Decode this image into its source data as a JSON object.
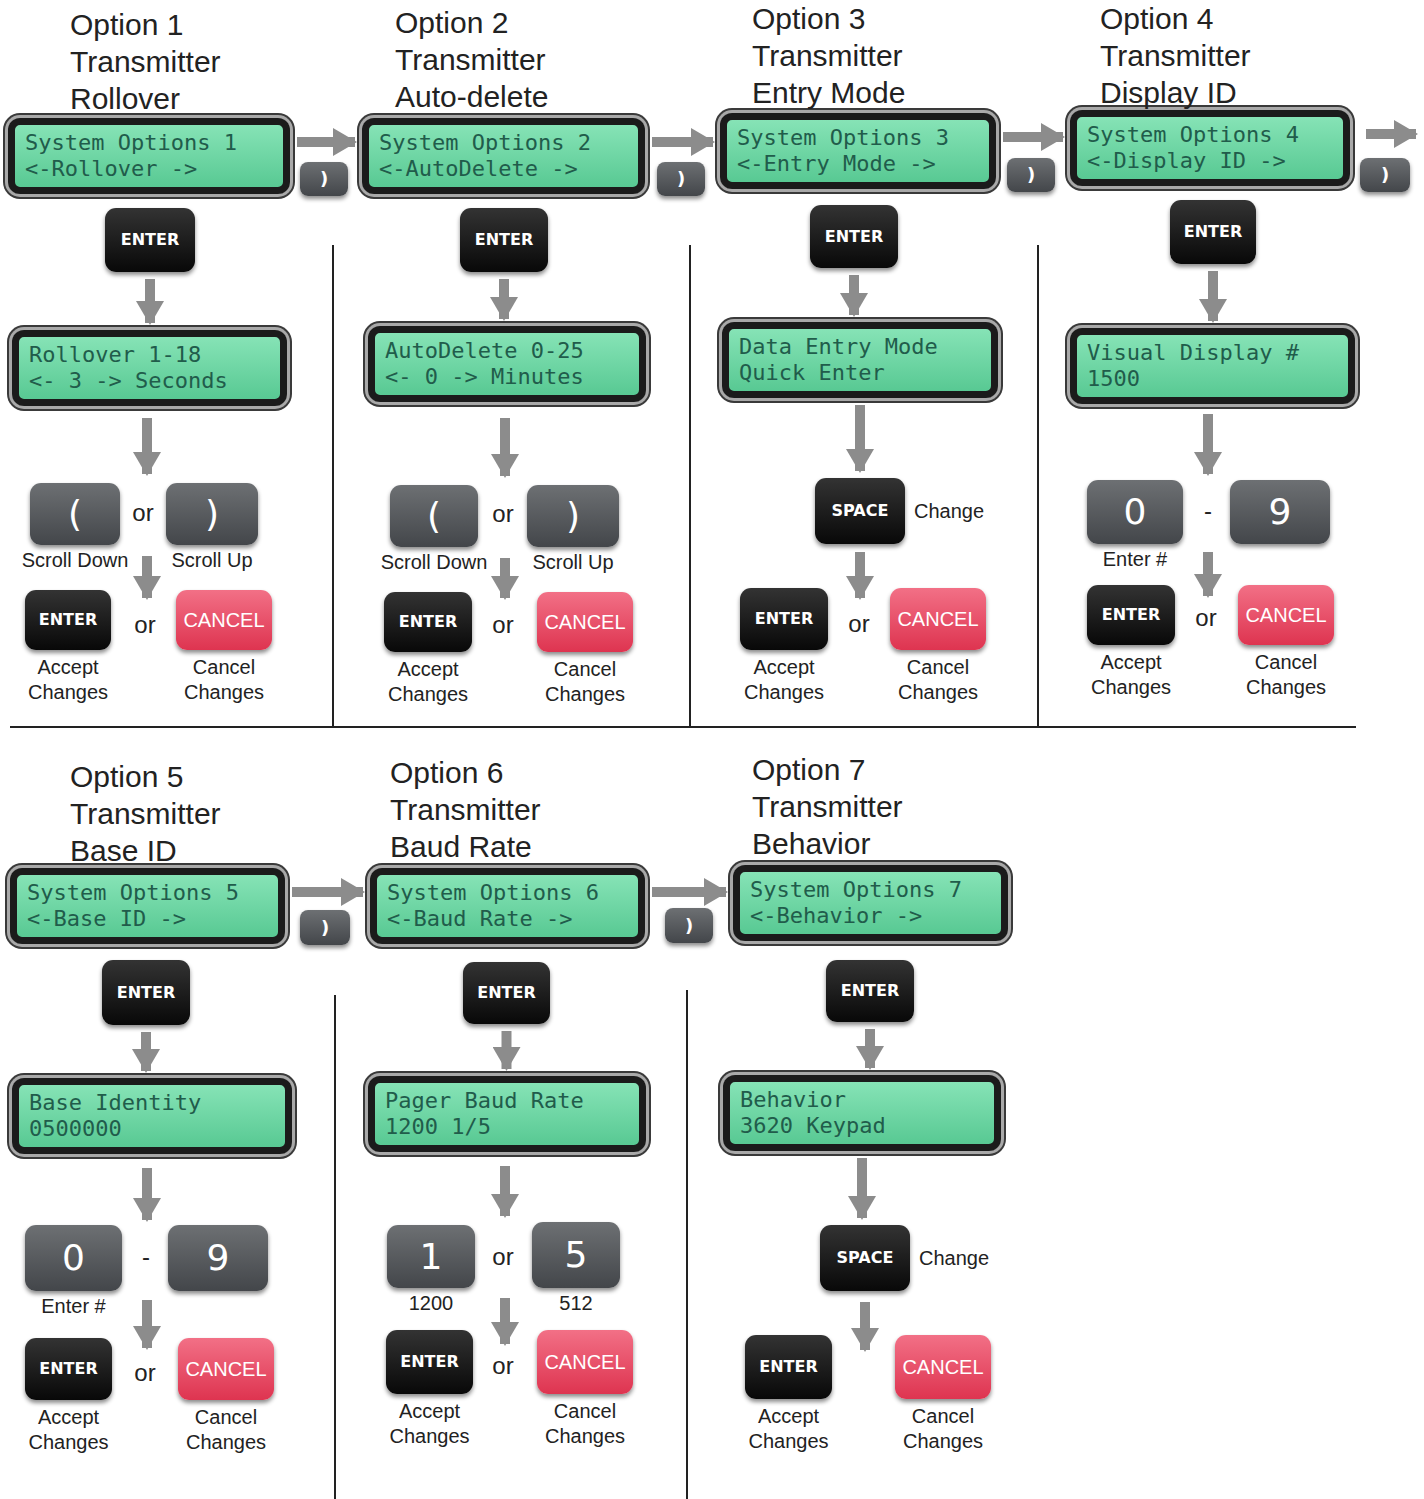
{
  "diagram": {
    "nodes": [
      {
        "text": [
          "System Options 1",
          "<-Rollover ->"
        ]
      },
      {
        "text": [
          ")"
        ]
      },
      {
        "text": [
          "ENTER"
        ]
      },
      {
        "text": [
          "Rollover 1-18",
          "<- 3 -> Seconds"
        ]
      },
      {
        "text": [
          "(",
          "Scroll Down"
        ]
      },
      {
        "text": [
          ")",
          "Scroll Up"
        ]
      },
      {
        "text": [
          "ENTER",
          "Accept Changes"
        ]
      },
      {
        "text": [
          "CANCEL",
          "Cancel Changes"
        ]
      },
      {
        "text": [
          "System Options 2",
          "<-AutoDelete ->"
        ]
      },
      {
        "text": [
          ")"
        ]
      },
      {
        "text": [
          "ENTER"
        ]
      },
      {
        "text": [
          "AutoDelete 0-25",
          "<- 0 -> Minutes"
        ]
      },
      {
        "text": [
          "(",
          "Scroll Down"
        ]
      },
      {
        "text": [
          ")",
          "Scroll Up"
        ]
      },
      {
        "text": [
          "ENTER",
          "Accept Changes"
        ]
      },
      {
        "text": [
          "CANCEL",
          "Cancel Changes"
        ]
      },
      {
        "text": [
          "System Options 3",
          "<-Entry Mode ->"
        ]
      },
      {
        "text": [
          ")"
        ]
      },
      {
        "text": [
          "ENTER"
        ]
      },
      {
        "text": [
          "Data Entry Mode",
          "Quick Enter"
        ]
      },
      {
        "text": [
          "SPACE",
          "Change"
        ]
      },
      {
        "text": [
          "ENTER",
          "Accept Changes"
        ]
      },
      {
        "text": [
          "CANCEL",
          "Cancel Changes"
        ]
      },
      {
        "text": [
          "System Options 4",
          "<-Display ID ->"
        ]
      },
      {
        "text": [
          ")"
        ]
      },
      {
        "text": [
          "ENTER"
        ]
      },
      {
        "text": [
          "Visual Display #",
          "1500"
        ]
      },
      {
        "text": [
          "0",
          "Enter #"
        ]
      },
      {
        "text": [
          "9"
        ]
      },
      {
        "text": [
          "ENTER",
          "Accept Changes"
        ]
      },
      {
        "text": [
          "CANCEL",
          "Cancel Changes"
        ]
      },
      {
        "text": [
          "System Options 5",
          "<-Base ID ->"
        ]
      },
      {
        "text": [
          ")"
        ]
      },
      {
        "text": [
          "ENTER"
        ]
      },
      {
        "text": [
          "Base Identity",
          "0500000"
        ]
      },
      {
        "text": [
          "0",
          "Enter #"
        ]
      },
      {
        "text": [
          "9"
        ]
      },
      {
        "text": [
          "ENTER",
          "Accept Changes"
        ]
      },
      {
        "text": [
          "CANCEL",
          "Cancel Changes"
        ]
      },
      {
        "text": [
          "System Options 6",
          "<-Baud Rate ->"
        ]
      },
      {
        "text": [
          ")"
        ]
      },
      {
        "text": [
          "ENTER"
        ]
      },
      {
        "text": [
          "Pager Baud Rate",
          "1200 1/5"
        ]
      },
      {
        "text": [
          "1",
          "1200"
        ]
      },
      {
        "text": [
          "5",
          "512"
        ]
      },
      {
        "text": [
          "ENTER",
          "Accept Changes"
        ]
      },
      {
        "text": [
          "CANCEL",
          "Cancel Changes"
        ]
      },
      {
        "text": [
          "System Options 7",
          "<-Behavior ->"
        ]
      },
      {
        "text": [
          "ENTER"
        ]
      },
      {
        "text": [
          "Behavior",
          "3620 Keypad"
        ]
      },
      {
        "text": [
          "SPACE",
          "Change"
        ]
      },
      {
        "text": [
          "ENTER",
          "Accept Changes"
        ]
      },
      {
        "text": [
          "CANCEL",
          "Cancel Changes"
        ]
      }
    ],
    "edges": [
      {
        "from": 0,
        "to": 8,
        "arrow": "to"
      },
      {
        "from": 8,
        "to": 16,
        "arrow": "to"
      },
      {
        "from": 16,
        "to": 23,
        "arrow": "to"
      },
      {
        "from": 31,
        "to": 39,
        "arrow": "to"
      },
      {
        "from": 39,
        "to": 47,
        "arrow": "to"
      },
      {
        "from": 2,
        "to": 3,
        "arrow": "to"
      },
      {
        "from": 10,
        "to": 11,
        "arrow": "to"
      },
      {
        "from": 18,
        "to": 19,
        "arrow": "to"
      },
      {
        "from": 25,
        "to": 26,
        "arrow": "to"
      },
      {
        "from": 33,
        "to": 34,
        "arrow": "to"
      },
      {
        "from": 41,
        "to": 42,
        "arrow": "to"
      },
      {
        "from": 48,
        "to": 49,
        "arrow": "to"
      },
      {
        "from": 19,
        "to": 20,
        "arrow": "to"
      },
      {
        "from": 49,
        "to": 50,
        "arrow": "to"
      }
    ],
    "labels": [
      "Option 1 Transmitter Rollover",
      "or",
      "or",
      "Option 2 Transmitter Auto-delete",
      "or",
      "or",
      "Option 3 Transmitter Entry Mode",
      "or",
      "Option 4 Transmitter Display ID",
      "-",
      "or",
      "Option 5 Transmitter Base ID",
      "-",
      "or",
      "Option 6 Transmitter Baud Rate",
      "or",
      "or",
      "Option 7 Transmitter Behavior"
    ]
  }
}
